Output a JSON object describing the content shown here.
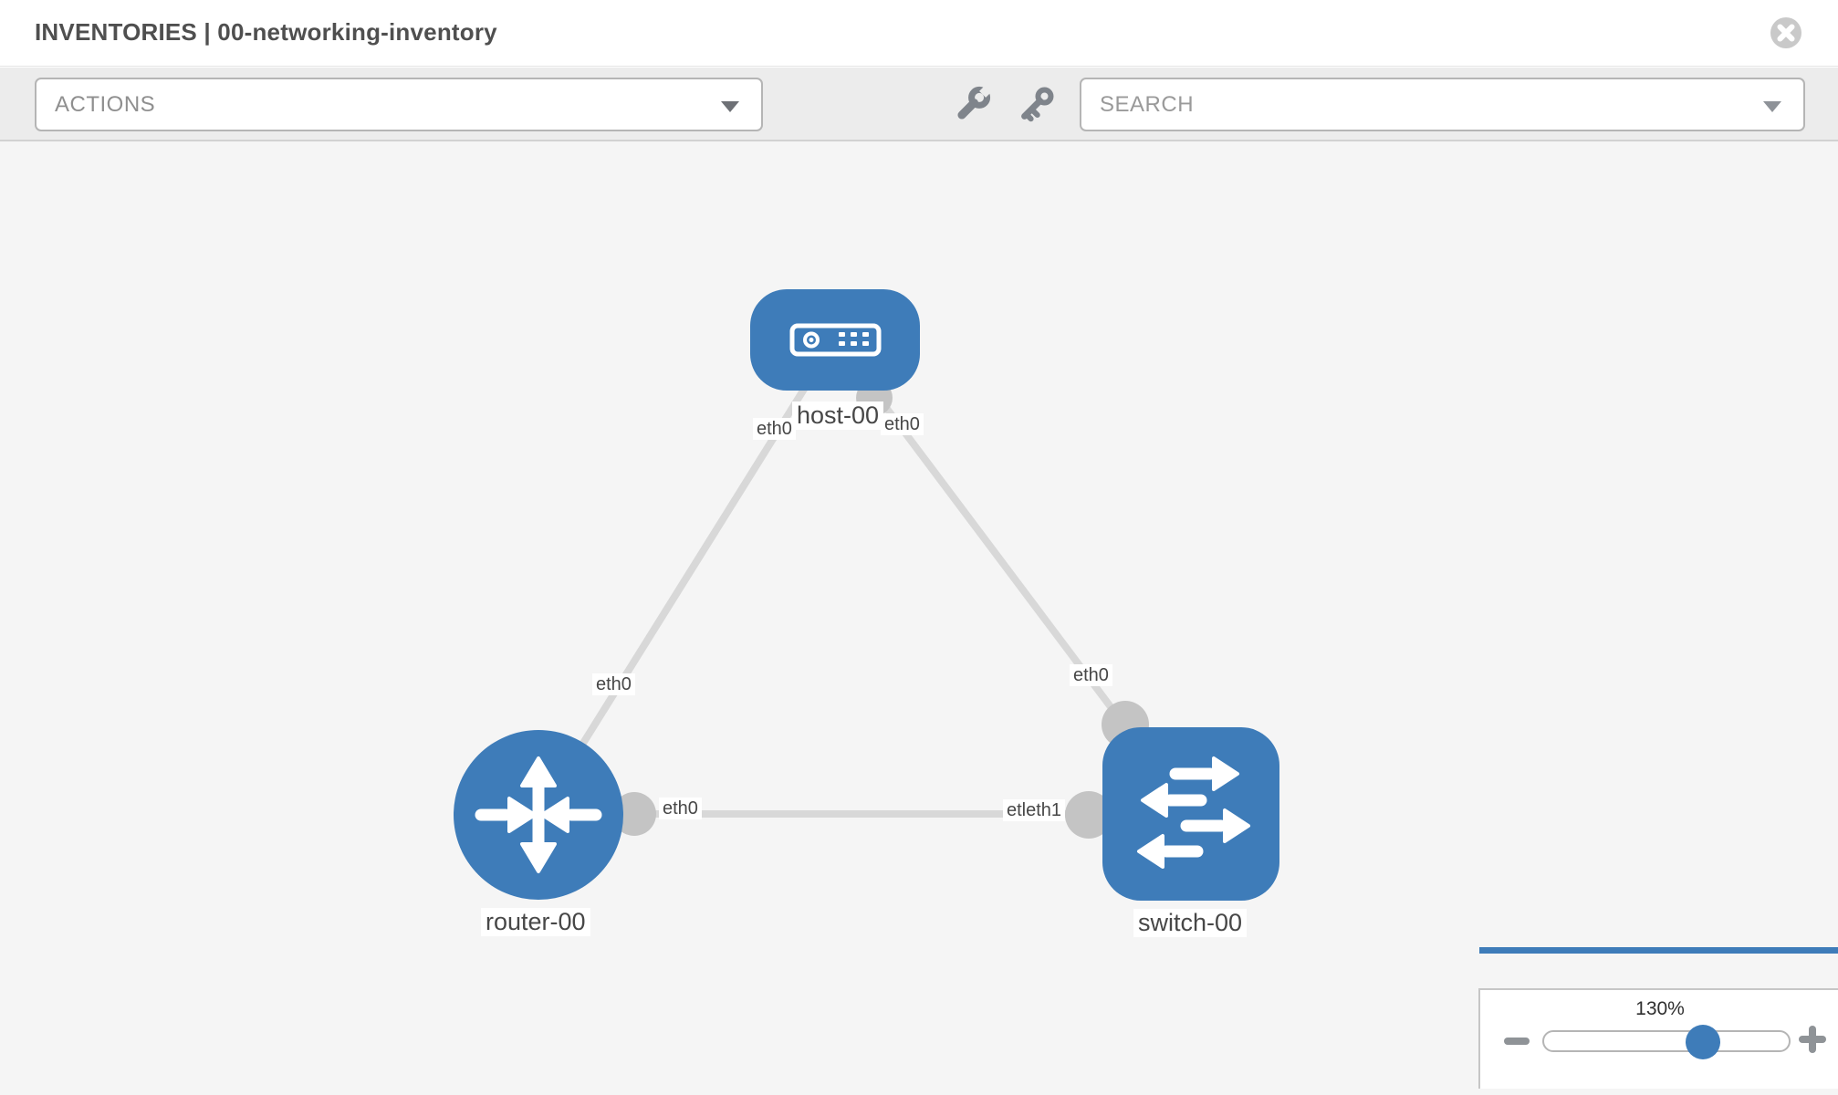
{
  "header": {
    "title": "INVENTORIES | 00-networking-inventory"
  },
  "toolbar": {
    "actions_label": "ACTIONS",
    "search_placeholder": "SEARCH",
    "tool_icons": [
      "wrench-icon",
      "key-icon"
    ]
  },
  "diagram": {
    "nodes": [
      {
        "id": "host-00",
        "label": "host-00",
        "type": "host",
        "shape": "rounded-rect"
      },
      {
        "id": "router-00",
        "label": "router-00",
        "type": "router",
        "shape": "circle"
      },
      {
        "id": "switch-00",
        "label": "switch-00",
        "type": "switch",
        "shape": "rounded-square"
      }
    ],
    "links": [
      {
        "from": "router-00",
        "to": "host-00"
      },
      {
        "from": "switch-00",
        "to": "host-00"
      },
      {
        "from": "router-00",
        "to": "switch-00"
      }
    ],
    "interface_labels": [
      {
        "id": "host-left",
        "text": "eth0"
      },
      {
        "id": "host-right",
        "text": "eth0"
      },
      {
        "id": "router-host-link",
        "text": "eth0"
      },
      {
        "id": "switch-host-link",
        "text": "eth0"
      },
      {
        "id": "router-switch-left",
        "text": "eth0"
      },
      {
        "id": "router-switch-right-overlap",
        "text": "etleth1"
      }
    ]
  },
  "zoom_control": {
    "value": "130%"
  },
  "colors": {
    "node_blue": "#3e7cb9",
    "port_gray": "#c4c4c4",
    "link_gray": "#d8d8d8",
    "canvas_bg": "#f5f5f5",
    "toolbar_bg": "#ececec"
  }
}
